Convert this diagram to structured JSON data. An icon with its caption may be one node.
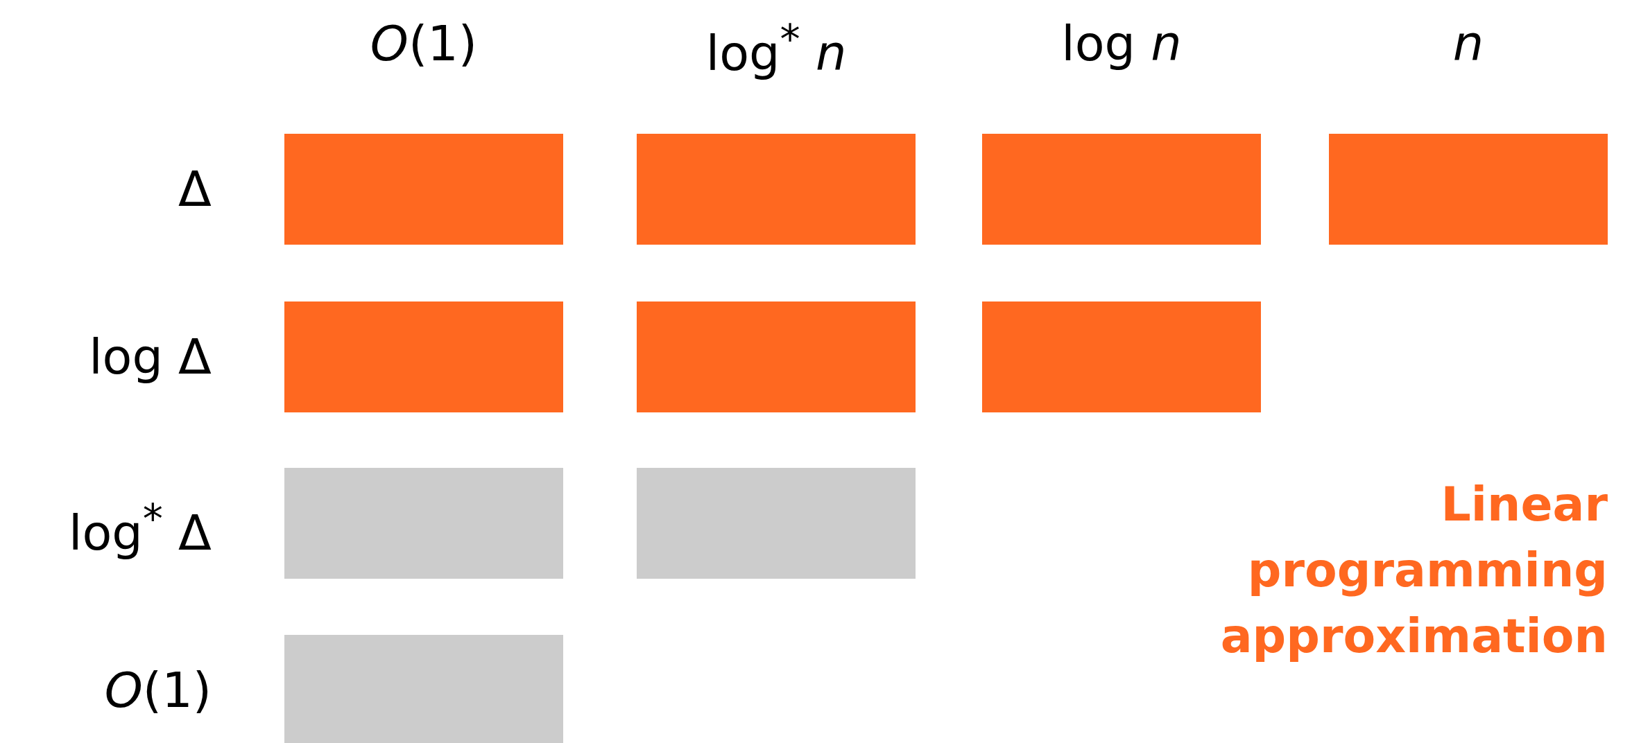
{
  "diagram": {
    "nodes": [
      {
        "text": [],
        "shape": "box"
      },
      {
        "text": [],
        "shape": "box"
      },
      {
        "text": [],
        "shape": "box"
      },
      {
        "text": [],
        "shape": "box"
      },
      {
        "text": [],
        "shape": "box"
      },
      {
        "text": [],
        "shape": "box"
      },
      {
        "text": [],
        "shape": "box"
      },
      {
        "text": [],
        "shape": "box"
      },
      {
        "text": [],
        "shape": "box"
      },
      {
        "text": [],
        "shape": "box"
      }
    ],
    "labels": [
      "*O*(1)",
      "log$^{*}$ *n*",
      "log *n*",
      "*n*",
      "Δ",
      "log Δ",
      "log$^{*}$ Δ",
      "*O*(1)",
      "Linear programming approximation"
    ]
  }
}
